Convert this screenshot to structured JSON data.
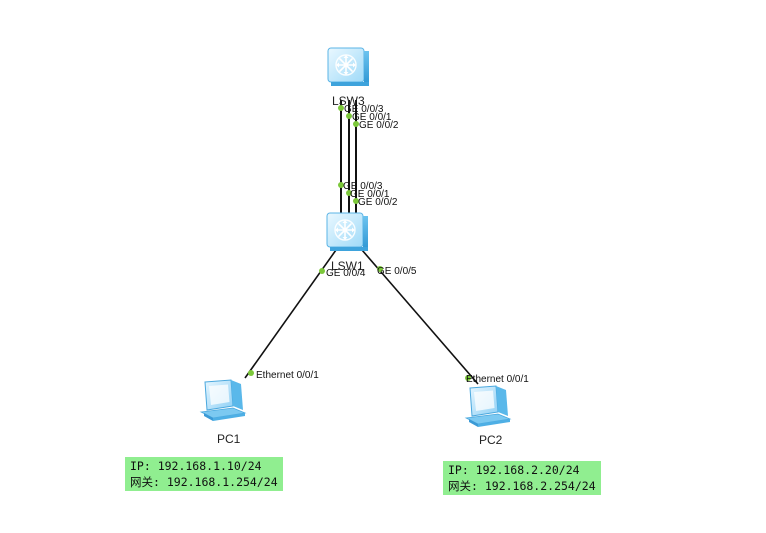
{
  "diagram": {
    "devices": {
      "lsw3": {
        "label": "LSW3",
        "type": "switch",
        "icon": "switch-icon"
      },
      "lsw1": {
        "label": "LSW1",
        "type": "switch",
        "icon": "switch-icon"
      },
      "pc1": {
        "label": "PC1",
        "type": "pc",
        "icon": "pc-icon"
      },
      "pc2": {
        "label": "PC2",
        "type": "pc",
        "icon": "pc-icon"
      }
    },
    "links": [
      {
        "from": "lsw3",
        "from_port": "GE 0/0/3",
        "to": "lsw1",
        "to_port": "GE 0/0/3"
      },
      {
        "from": "lsw3",
        "from_port": "GE 0/0/1",
        "to": "lsw1",
        "to_port": "GE 0/0/1"
      },
      {
        "from": "lsw3",
        "from_port": "GE 0/0/2",
        "to": "lsw1",
        "to_port": "GE 0/0/2"
      },
      {
        "from": "lsw1",
        "from_port": "GE 0/0/4",
        "to": "pc1",
        "to_port": "Ethernet 0/0/1"
      },
      {
        "from": "lsw1",
        "from_port": "GE 0/0/5",
        "to": "pc2",
        "to_port": "Ethernet 0/0/1"
      }
    ],
    "info": {
      "pc1": {
        "ip": "IP: 192.168.1.10/24",
        "gateway": "网关: 192.168.1.254/24"
      },
      "pc2": {
        "ip": "IP: 192.168.2.20/24",
        "gateway": "网关: 192.168.2.254/24"
      }
    },
    "colors": {
      "link": "#111111",
      "port_dot": "#7cc83a",
      "info_bg": "#90ee90",
      "switch_light": "#d9f1ff",
      "switch_mid": "#8fd3f7",
      "switch_dark": "#3aa6e0"
    }
  }
}
